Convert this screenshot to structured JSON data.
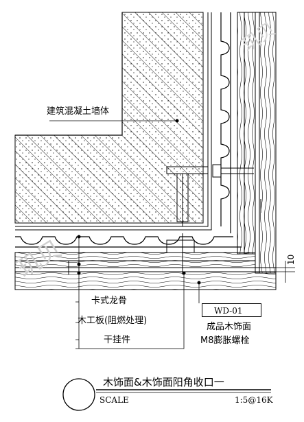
{
  "labels": {
    "wall": "建筑混凝土墙体",
    "keel": "卡式龙骨",
    "board": "木工板(阻燃处理)",
    "hanger": "干挂件",
    "code": "WD-01",
    "finish": "成品木饰面",
    "bolt": "M8膨胀螺栓",
    "dim": "10"
  },
  "title": {
    "main": "木饰面&木饰面阳角收口一",
    "scale_label": "SCALE",
    "scale_value": "1:5@16K"
  },
  "watermark": {
    "text_a": "玑贝",
    "text_b": "玑贝"
  }
}
